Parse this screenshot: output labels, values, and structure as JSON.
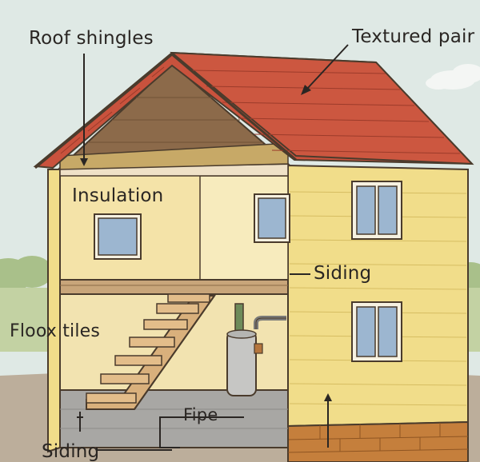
{
  "labels": {
    "roof_shingles": "Roof shingles",
    "textured_paint": "Textured pair",
    "insulation": "Insulation",
    "siding_mid": "Siding",
    "floor_tiles": "Floox tiles",
    "pipe": "Fipe",
    "siding_low": "Siding"
  },
  "colors": {
    "sky": "#dde8e4",
    "roof": "#c9523d",
    "siding": "#f1dd8a",
    "interior_wall": "#f4e3a8",
    "brick": "#c57f3c",
    "ground": "#b8aa99",
    "window_glass": "#9cb6d0",
    "outline": "#4a3b2c"
  }
}
